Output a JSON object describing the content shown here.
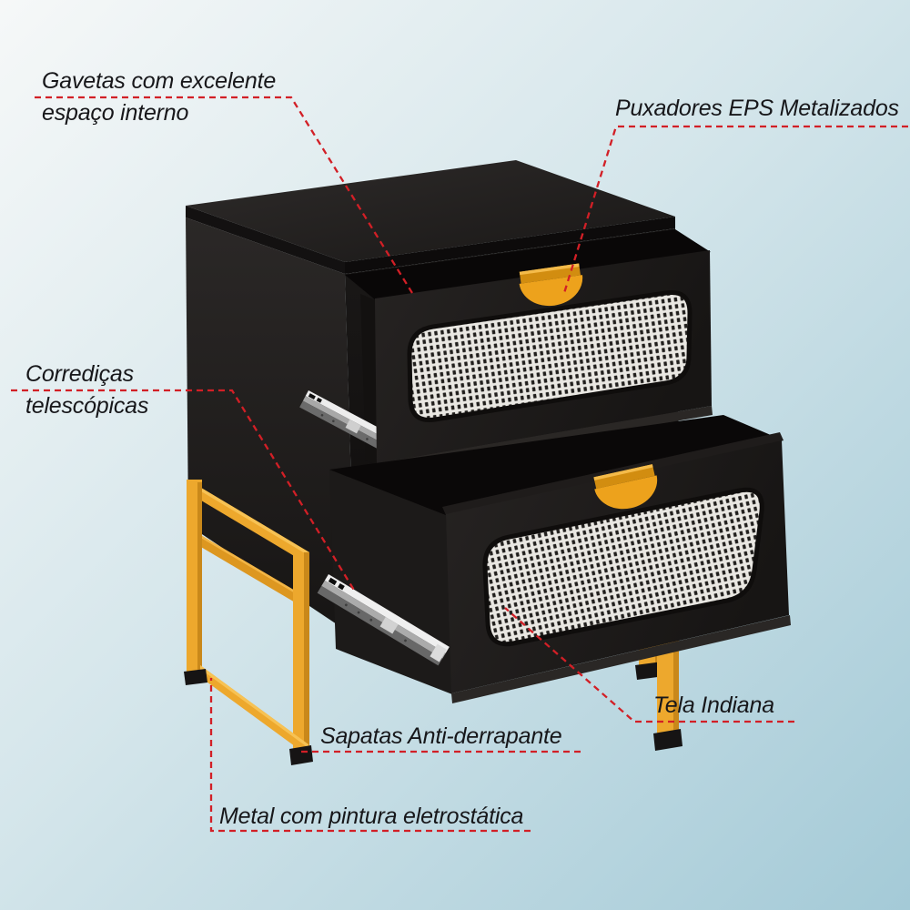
{
  "image_type": "product feature infographic",
  "labels": {
    "gavetas": {
      "line1": "Gavetas com excelente",
      "line2": "espaço interno"
    },
    "puxadores": {
      "line1": "Puxadores EPS Metalizados"
    },
    "corredicas": {
      "line1": "Corrediças",
      "line2": "telescópicas"
    },
    "tela": {
      "line1": "Tela Indiana"
    },
    "sapatas": {
      "line1": "Sapatas Anti-derrapante"
    },
    "metal": {
      "line1": "Metal com pintura eletrostática"
    }
  },
  "colors": {
    "annotation_red": "#d21f26",
    "label_text": "#17171a",
    "cabinet_black": "#1c1a19",
    "gold_metal": "#eda82d",
    "gold_handle": "#eda21c",
    "mesh_cane": "#e9e7e2",
    "slide_silver": "#c9c9c9",
    "foot_black": "#161414",
    "background_blue": "#a6cbd7",
    "background_white": "#f5f7f7"
  }
}
